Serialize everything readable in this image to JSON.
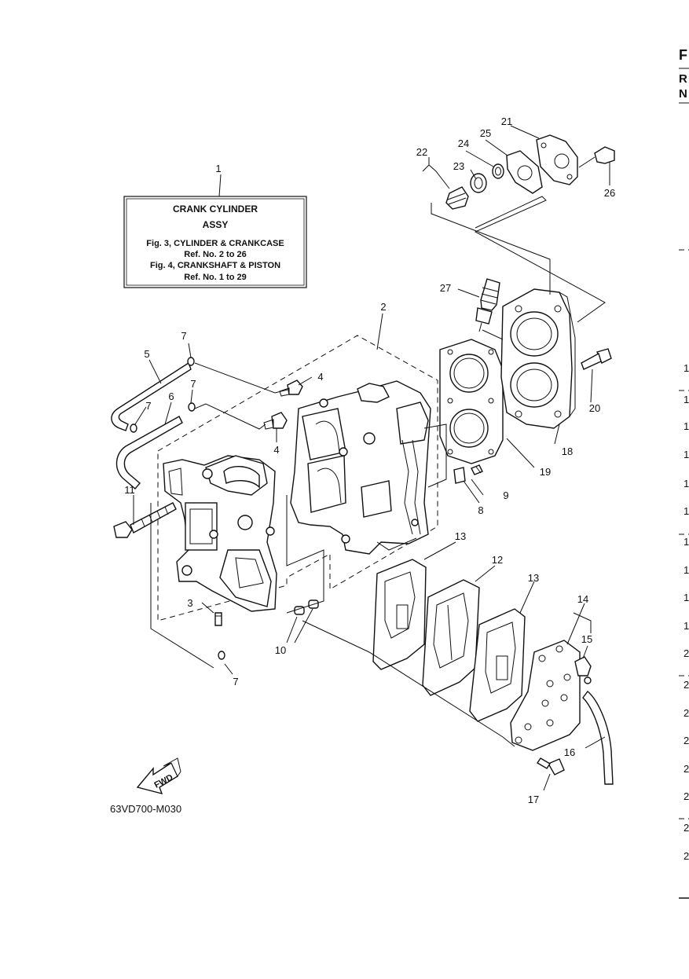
{
  "info_box": {
    "ref": "1",
    "line1": "CRANK  CYLINDER",
    "line2": "ASSY",
    "line3": "Fig. 3, CYLINDER & CRANKCASE",
    "line4": "Ref. No. 2 to 26",
    "line5": "Fig. 4, CRANKSHAFT & PISTON",
    "line6": "Ref. No. 1 to 29"
  },
  "callouts": {
    "c2": "2",
    "c3": "3",
    "c4a": "4",
    "c4b": "4",
    "c5": "5",
    "c6": "6",
    "c7a": "7",
    "c7b": "7",
    "c7c": "7",
    "c7d": "7",
    "c8": "8",
    "c9": "9",
    "c10": "10",
    "c11": "11",
    "c12": "12",
    "c13a": "13",
    "c13b": "13",
    "c14": "14",
    "c15": "15",
    "c16": "16",
    "c17": "17",
    "c18": "18",
    "c19": "19",
    "c20": "20",
    "c21": "21",
    "c22": "22",
    "c23": "23",
    "c24": "24",
    "c25": "25",
    "c26": "26",
    "c27": "27"
  },
  "fwd_label": "FWD",
  "drawing_code": "63VD700-M030",
  "right_edge": {
    "header": [
      "F",
      "R",
      "N"
    ],
    "rows": [
      "1",
      "1",
      "1",
      "1",
      "1",
      "1",
      "1",
      "1",
      "1",
      "1",
      "2",
      "2",
      "2",
      "2",
      "2",
      "2",
      "2",
      "2"
    ]
  }
}
